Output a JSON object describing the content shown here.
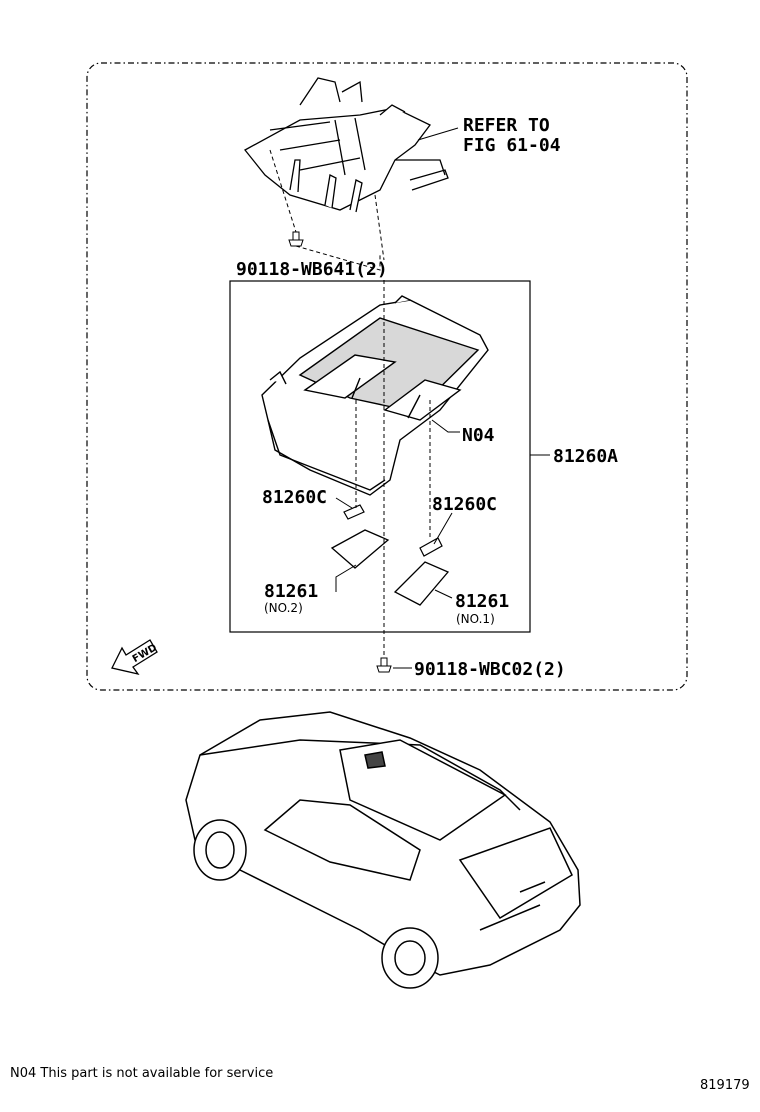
{
  "labels": {
    "refer_line1": "REFER TO",
    "refer_line2": "FIG 61-04",
    "bolt_top": "90118-WB641(2)",
    "n04": "N04",
    "assembly": "81260A",
    "bulb_left": "81260C",
    "bulb_right": "81260C",
    "lens_left": "81261",
    "lens_left_sub": "(NO.2)",
    "lens_right": "81261",
    "lens_right_sub": "(NO.1)",
    "bolt_bottom": "90118-WBC02(2)",
    "fwd": "FWD"
  },
  "footnote": "N04 This part is not available for service",
  "figure_code": "819179"
}
